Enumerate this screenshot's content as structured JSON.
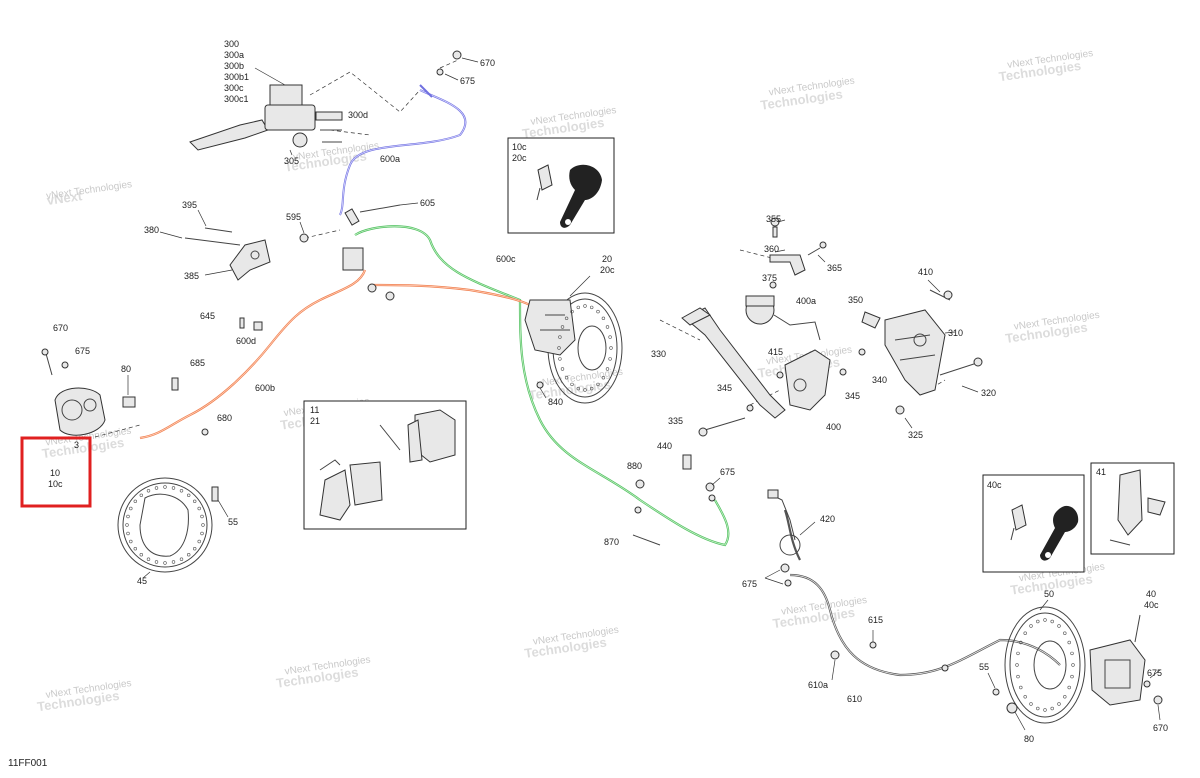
{
  "diagram": {
    "code": "11FF001",
    "watermark": {
      "line1": "vNext",
      "line2": "Technologies",
      "single": "vNext Technologies"
    },
    "highlight_color": "#e02020",
    "hose_colors": {
      "front": "#f08050",
      "rear": "#50c060",
      "master": "#7070e0",
      "rear_line": "#555555"
    },
    "labels": {
      "l300": "300",
      "l300a": "300a",
      "l300b": "300b",
      "l300b1": "300b1",
      "l300c": "300c",
      "l300c1": "300c1",
      "l300d": "300d",
      "l305": "305",
      "l600a": "600a",
      "l670a": "670",
      "l675a": "675",
      "l595": "595",
      "l605": "605",
      "l395": "395",
      "l380": "380",
      "l385": "385",
      "l600c": "600c",
      "l20": "20",
      "l20c": "20c",
      "l645": "645",
      "l600d": "600d",
      "l670b": "670",
      "l675b": "675",
      "l80a": "80",
      "l685": "685",
      "l600b": "600b",
      "l680": "680",
      "l3": "3",
      "l10": "10",
      "l10c": "10c",
      "l55a": "55",
      "l45": "45",
      "l840": "840",
      "l330": "330",
      "l345a": "345",
      "l335": "335",
      "l415": "415",
      "l400": "400",
      "l345b": "345",
      "l340": "340",
      "l355": "355",
      "l360": "360",
      "l365": "365",
      "l375": "375",
      "l400a": "400a",
      "l350": "350",
      "l410": "410",
      "l310": "310",
      "l320": "320",
      "l325": "325",
      "l440": "440",
      "l880": "880",
      "l675c": "675",
      "l870": "870",
      "l420": "420",
      "l675d": "675",
      "l615": "615",
      "l610a": "610a",
      "l610": "610",
      "l55b": "55",
      "l50": "50",
      "l40": "40",
      "l40c": "40c",
      "l675e": "675",
      "l670c": "670",
      "l80b": "80"
    },
    "inset_10c": {
      "line1": "10c",
      "line2": "20c"
    },
    "inset_11": {
      "line1": "11",
      "line2": "21"
    },
    "inset_40c": {
      "line1": "40c"
    },
    "inset_41": {
      "line1": "41"
    }
  }
}
